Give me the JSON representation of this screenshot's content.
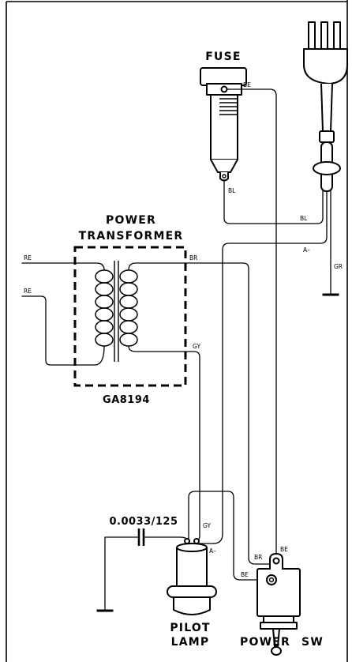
{
  "diagram": {
    "fuse": {
      "label": "FUSE"
    },
    "transformer": {
      "title_line1": "POWER",
      "title_line2": "TRANSFORMER",
      "part_number": "GA8194"
    },
    "capacitor": {
      "value": "0.0033/125"
    },
    "pilot_lamp": {
      "label_line1": "PILOT",
      "label_line2": "LAMP"
    },
    "power_switch": {
      "label": "POWER SW"
    },
    "wire_labels": {
      "fuse_top": "BE",
      "fuse_bottom": "BL",
      "cord_black": "BL",
      "cord_a": "A–",
      "cord_ground": "GR",
      "primary_top": "RE",
      "primary_bottom": "RE",
      "secondary_top": "BR",
      "secondary_bottom": "GY",
      "lamp_gy": "GY",
      "lamp_a": "A–",
      "switch_br": "BR",
      "switch_top_be": "BE",
      "switch_left_be": "BE"
    }
  }
}
